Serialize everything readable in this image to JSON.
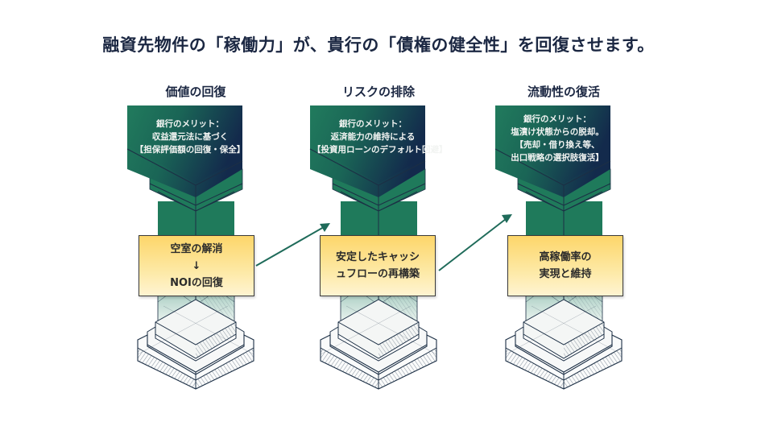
{
  "title": "融資先物件の「稼働力」が、貴行の「債権の健全性」を回復させます。",
  "colors": {
    "pillar_green": "#1f7a5b",
    "pillar_navy": "#13294b",
    "box_yellow": "#fdd66a",
    "arrow": "#1f6b5a",
    "outline": "#1c2f45"
  },
  "pillars": [
    {
      "title": "価値の回復",
      "merit_lines": [
        "銀行のメリット：",
        "収益還元法に基づく",
        "【担保評価額の回復・保全】"
      ],
      "box_lines": [
        "空室の解消",
        "↓",
        "NOIの回復"
      ]
    },
    {
      "title": "リスクの排除",
      "merit_lines": [
        "銀行のメリット：",
        "返済能力の維持による",
        "【投資用ローンのデフォルト回避】"
      ],
      "box_lines": [
        "安定したキャッシ",
        "ュフローの再構築"
      ]
    },
    {
      "title": "流動性の復活",
      "merit_lines": [
        "銀行のメリット：",
        "塩漬け状態からの脱却。",
        "【売却・借り換え等、",
        "出口戦略の選択肢復活】"
      ],
      "box_lines": [
        "高稼働率の",
        "実現と維持"
      ]
    }
  ],
  "arrows": [
    {
      "from": "価値の回復",
      "to": "リスクの排除",
      "icon": "arrow-up-right-icon"
    },
    {
      "from": "リスクの排除",
      "to": "流動性の復活",
      "icon": "arrow-up-right-icon"
    }
  ]
}
